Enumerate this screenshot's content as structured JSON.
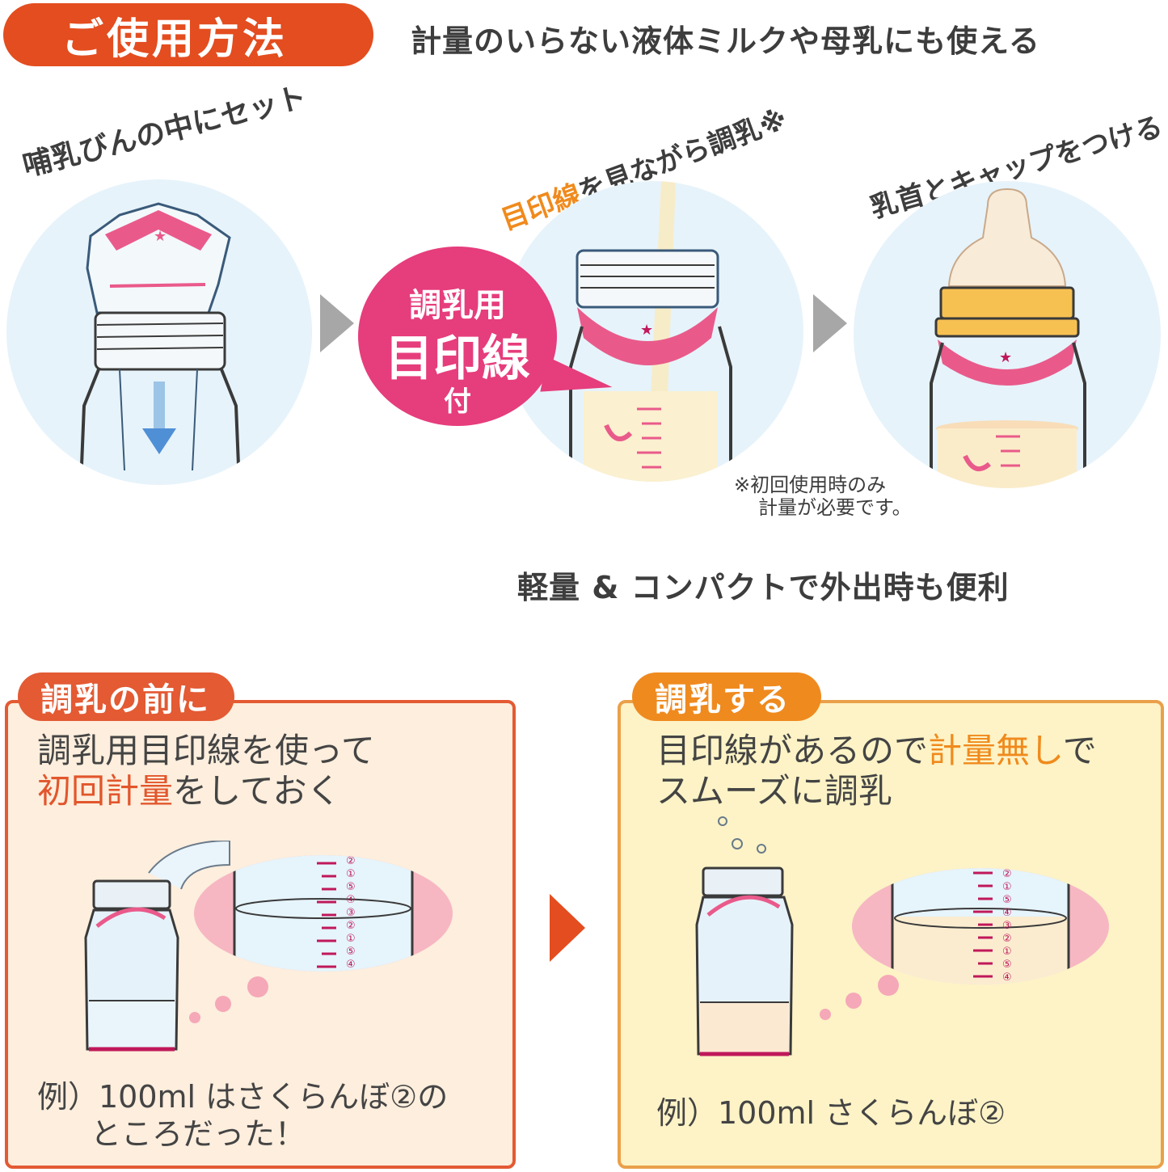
{
  "header": {
    "title": "ご使用方法",
    "headline_part1": "計量のいらない",
    "headline_part2": "液体ミルク",
    "headline_part3": "や",
    "headline_part4": "母乳",
    "headline_part5": "にも使える"
  },
  "steps": [
    {
      "label": "哺乳びんの中にセット"
    },
    {
      "label_highlight": "目印線",
      "label_rest": "を見ながら調乳※"
    },
    {
      "label": "乳首とキャップをつける"
    }
  ],
  "bubble": {
    "line1": "調乳用",
    "line2": "目印線",
    "line3": "付"
  },
  "note": {
    "line1": "※初回使用時のみ",
    "line2": "計量が必要です。"
  },
  "subheadline": {
    "part1": "軽量",
    "part2": " & ",
    "part3": "コンパクト",
    "part4": "で外出時も便利"
  },
  "panel_left": {
    "tag": "調乳の前に",
    "line1": "調乳用目印線を使って",
    "line2_red": "初回計量",
    "line2_rest": "をしておく",
    "example_line1": "例）100ml はさくらんぼ②の",
    "example_line2": "ところだった！",
    "scale_marks": [
      "②",
      "①",
      "⑤",
      "④",
      "③",
      "②",
      "①",
      "⑤",
      "④"
    ]
  },
  "panel_right": {
    "tag": "調乳する",
    "line1_a": "目印線があるので",
    "line1_orange": "計量無し",
    "line1_b": "で",
    "line2": "スムーズに調乳",
    "example": "例）100ml さくらんぼ②",
    "scale_marks": [
      "②",
      "①",
      "⑤",
      "④",
      "③",
      "②",
      "①",
      "⑤",
      "④"
    ]
  },
  "colors": {
    "accent_red": "#e34d1f",
    "accent_orange": "#f08a1c",
    "pink": "#e63d7c",
    "highlight_yellow": "#f9d27b",
    "circle_blue": "#e6f3fa"
  }
}
